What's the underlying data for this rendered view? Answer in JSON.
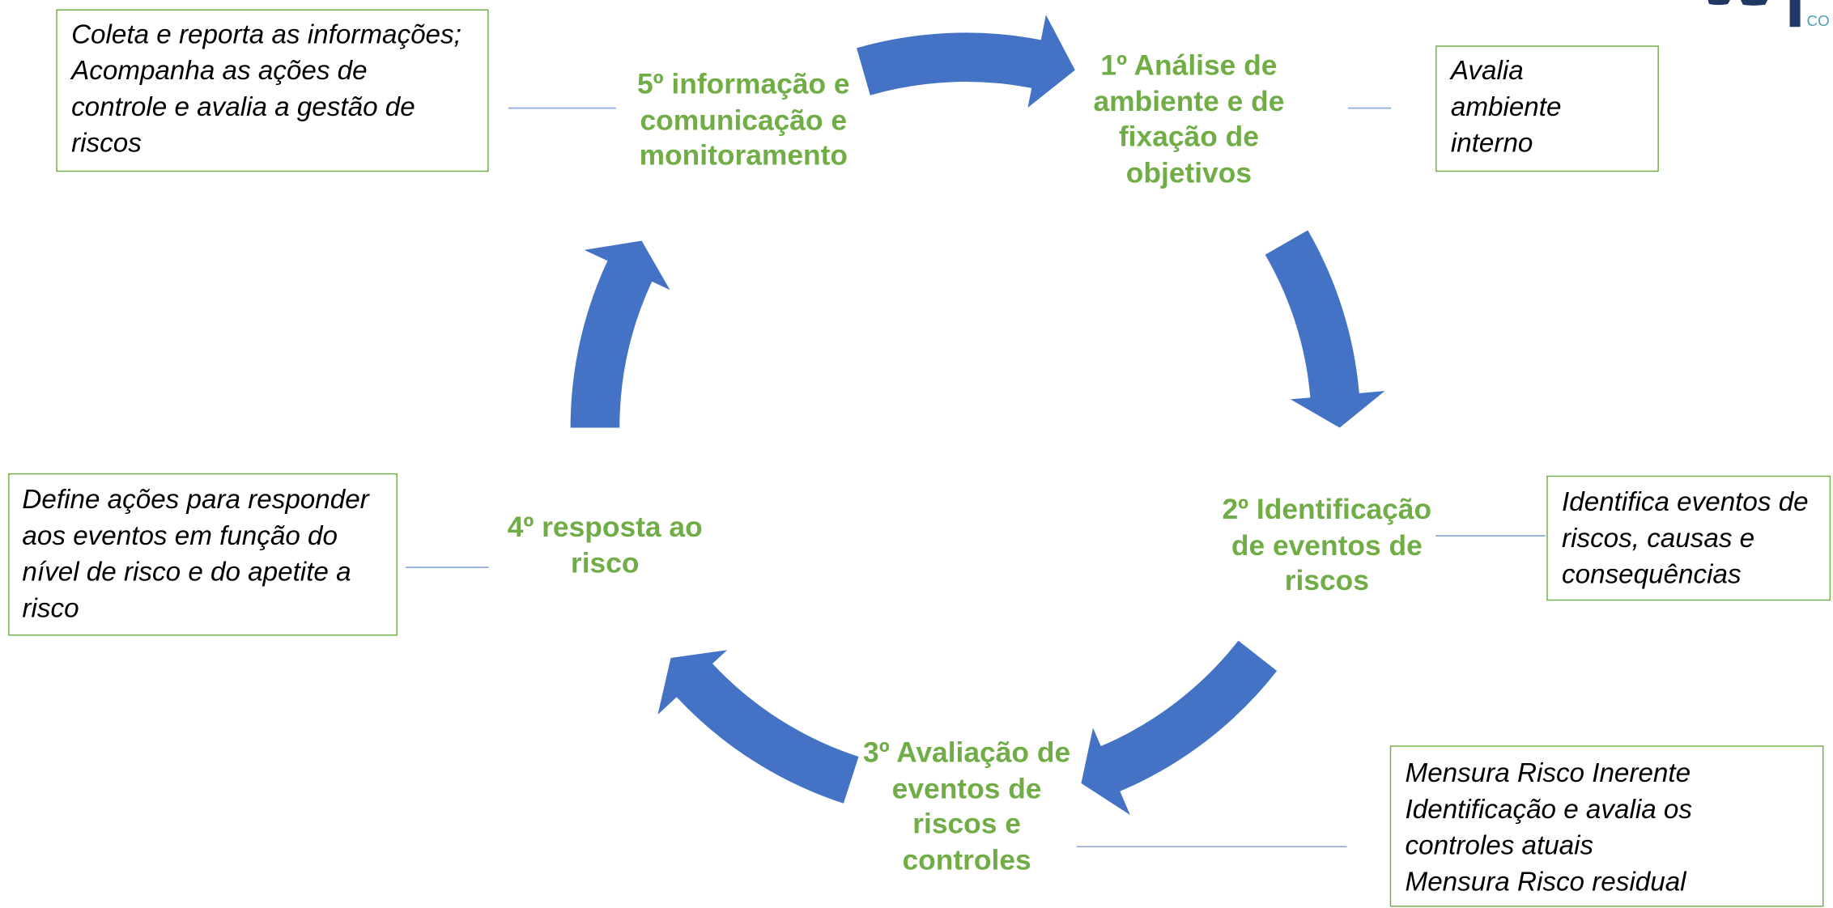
{
  "colors": {
    "arrow_fill": "#4472C4",
    "step_label_text": "#70AD47",
    "description_box_border": "#70AD47",
    "description_text": "#000000",
    "connector_line": "#8FAADC",
    "logo_mark": "#1F3864",
    "logo_text": "#4FA1B7"
  },
  "logo": {
    "text": "CO"
  },
  "steps": [
    {
      "label": [
        "1º Análise de",
        "ambiente e de",
        "fixação de",
        "objetivos"
      ],
      "description": [
        "Avalia",
        "ambiente",
        "interno"
      ]
    },
    {
      "label": [
        "2º Identificação",
        "de eventos de",
        "riscos"
      ],
      "description": [
        "Identifica eventos de",
        "riscos, causas e",
        "consequências"
      ]
    },
    {
      "label": [
        "3º Avaliação de",
        "eventos de",
        "riscos e",
        "controles"
      ],
      "description": [
        "Mensura Risco Inerente",
        "Identificação e avalia os",
        "controles atuais",
        "Mensura Risco residual"
      ]
    },
    {
      "label": [
        "4º resposta ao",
        "risco"
      ],
      "description": [
        "Define ações para responder",
        "aos eventos em função do",
        "nível de risco e do apetite a",
        "risco"
      ]
    },
    {
      "label": [
        "5º informação e",
        "comunicação e",
        "monitoramento"
      ],
      "description": [
        "Coleta e reporta as informações;",
        "Acompanha as ações de",
        "controle e avalia a gestão de",
        "riscos"
      ]
    }
  ]
}
